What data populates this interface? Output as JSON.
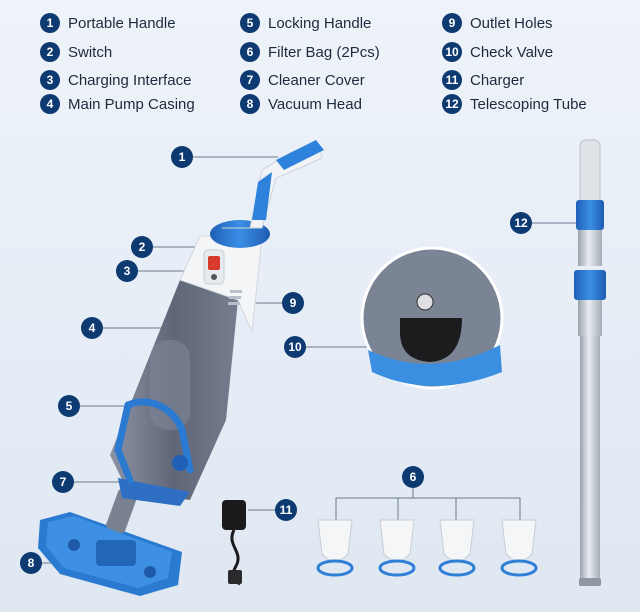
{
  "legend": [
    {
      "num": "1",
      "label": "Portable Handle"
    },
    {
      "num": "2",
      "label": "Switch"
    },
    {
      "num": "3",
      "label": "Charging Interface"
    },
    {
      "num": "4",
      "label": "Main Pump Casing"
    },
    {
      "num": "5",
      "label": "Locking Handle"
    },
    {
      "num": "6",
      "label": "Filter Bag (2Pcs)"
    },
    {
      "num": "7",
      "label": "Cleaner Cover"
    },
    {
      "num": "8",
      "label": "Vacuum Head"
    },
    {
      "num": "9",
      "label": "Outlet Holes"
    },
    {
      "num": "10",
      "label": "Check Valve"
    },
    {
      "num": "11",
      "label": "Charger"
    },
    {
      "num": "12",
      "label": "Telescoping Tube"
    }
  ],
  "callouts": [
    "1",
    "2",
    "3",
    "4",
    "5",
    "6",
    "7",
    "8",
    "9",
    "10",
    "11",
    "12"
  ],
  "colors": {
    "badge": "#0e3a72",
    "accent": "#2f7fd6",
    "body": "#f2f4f6",
    "casing": "#6b7385"
  }
}
